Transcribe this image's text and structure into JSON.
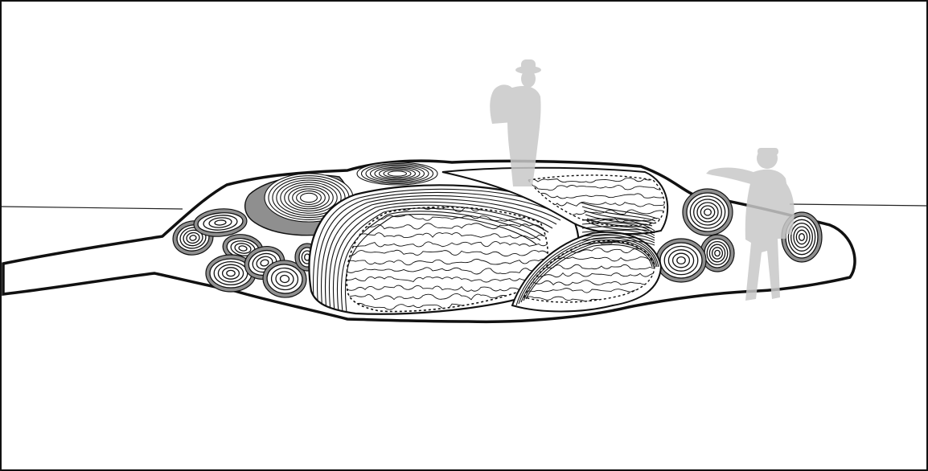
{
  "figure": {
    "kind": "geologic-cross-section-illustration",
    "text": "",
    "colors": {
      "outline": "#111111",
      "pod_fill": "#8f8f8f",
      "silhouette": "#c8c8c8",
      "background": "#ffffff"
    },
    "elements": [
      "horizon-line",
      "rock-body-outline",
      "folded-core-large",
      "folded-core-upper",
      "folded-core-lower-right",
      "concentric-pods",
      "hiker-silhouette",
      "pointing-person-silhouette"
    ]
  }
}
